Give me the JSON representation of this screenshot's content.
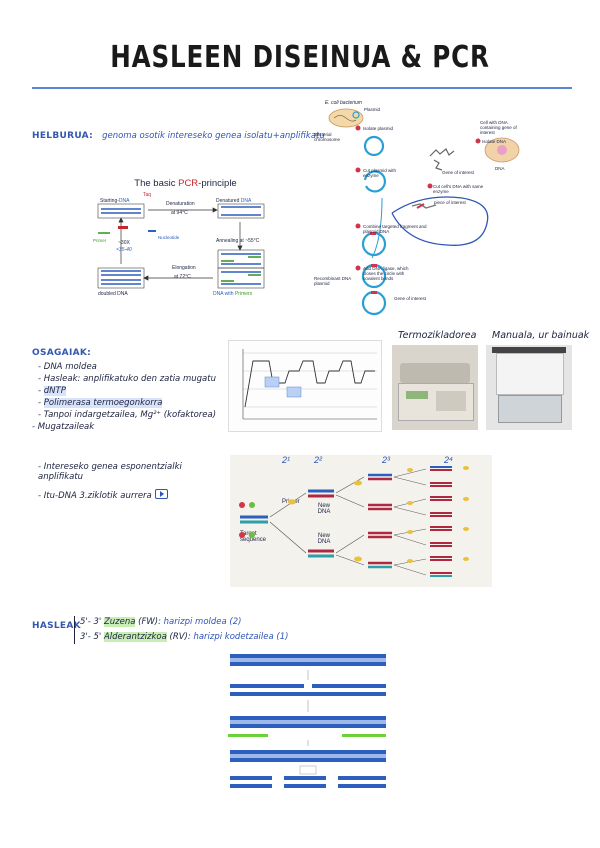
{
  "title": "HASLEEN DISEINUA & PCR",
  "helburua": {
    "label": "HELBURUA:",
    "text": "genoma osotik intereseko genea isolatu+anplifikatu"
  },
  "pcr_principle": {
    "title_a": "The basic ",
    "title_b": "PCR",
    "title_c": "-principle",
    "starting": "Starting-",
    "starting_dna": "DNA",
    "denatured": "Denatured ",
    "denatured_dna": "DNA",
    "denaturation": "Denaturation",
    "at94": "at 94°C",
    "taq": "Taq",
    "primer": "Primer",
    "nucleotide": "Nucleotide",
    "cycles": "~30X",
    "cycles2": "×35-40",
    "annealing": "Annealing at ~55°C",
    "elongation": "Elongation",
    "at72": "at 72°C",
    "doubled": "doubled DNA",
    "dna_with_primers_a": "DNA with ",
    "dna_with_primers_b": "Primers"
  },
  "cloning": {
    "ecoli": "E. coli bacterium",
    "plasmid": "Plasmid",
    "bacterial_chrom": "Bacterial chromosome",
    "step1": "Isolate plasmid",
    "step2": "Cut plasmid with enzyme",
    "step3": "Cut cell's DNA with same enzyme",
    "step4": "Combine targeted fragment and plasmid DNA",
    "step5": "Add DNA ligase, which closes the circle with covalent bonds",
    "isolate_dna": "Isolate DNA",
    "cell_with_dna": "Cell with DNA containing gene of interest",
    "dna": "DNA",
    "gene_of_interest": "Gene of interest",
    "piece_of_interest": "piece of interest",
    "recombinant": "Recombinant DNA plasmid",
    "gene_of_interest2": "Gene of interest"
  },
  "osagaiak": {
    "label": "OSAGAIAK:",
    "items": [
      "DNA moldea",
      "Hasleak: anplifikatuko den zatia mugatu",
      "dNTP",
      "Polimerasa termoegonkorra",
      "Tanpoi indargetzailea, Mg²⁺ (kofaktorea)",
      "Mugatzaileak"
    ],
    "items2": [
      "Intereseko genea esponentzialki anplifikatu",
      "Itu-DNA 3.ziklotik aurrera"
    ]
  },
  "thermo_label": "Termozikladorea",
  "manual_label": "Manuala, ur bainuak",
  "exp_fig": {
    "labels": [
      "2¹",
      "2²",
      "2³",
      "2⁴"
    ],
    "primer": "Primer",
    "new_dna": "New DNA",
    "target": "Target sequence"
  },
  "hasleak": {
    "label": "HASLEAK",
    "line1_a": "5'- 3' ",
    "line1_b": "Zuzena",
    "line1_c": " (FW): ",
    "line1_d": "harizpi moldea (2)",
    "line2_a": "3'- 5' ",
    "line2_b": "Alderantzizkoa",
    "line2_c": " (RV): ",
    "line2_d": "harizpi kodetzailea (1)"
  },
  "colors": {
    "accent": "#3457b0",
    "rule": "#5a86d8",
    "strand_blue": "#2d5fbf",
    "strand_red": "#b0283f",
    "primer_yellow": "#e9c23a",
    "primer_green": "#6bbf3f"
  }
}
